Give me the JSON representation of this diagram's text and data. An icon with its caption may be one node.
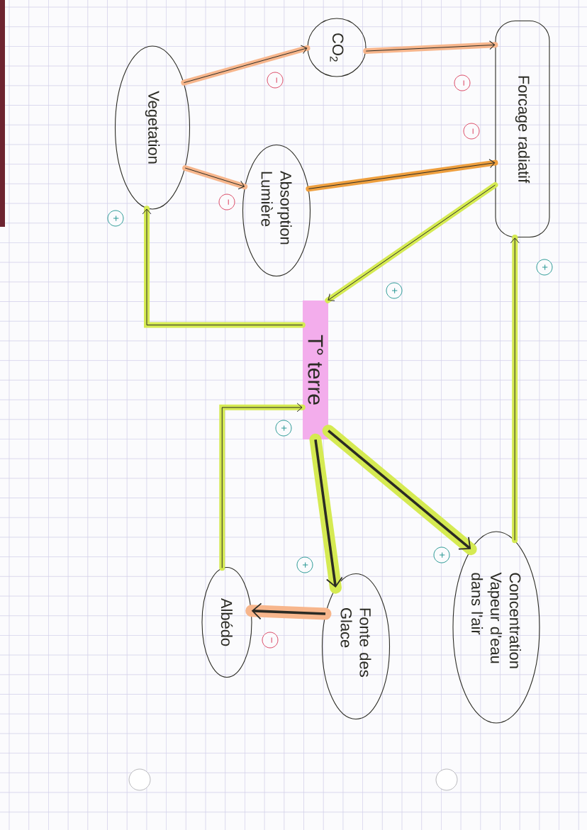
{
  "diagram": {
    "nodes": [
      {
        "text": [
          "Vegetation"
        ]
      },
      {
        "text": [
          "CO$_{2}$"
        ]
      },
      {
        "text": [
          "Absorption Lumière"
        ]
      },
      {
        "text": [
          "Forcage radiatif"
        ]
      },
      {
        "text": [
          "T° terre"
        ]
      },
      {
        "text": [
          "Concentration Vapeur d'eau dans l'air"
        ]
      },
      {
        "text": [
          "Fonte des Glace"
        ]
      },
      {
        "text": [
          "Albédo"
        ]
      }
    ],
    "edges": [
      {
        "from": 0,
        "to": 1,
        "arrow": "to",
        "label": "−",
        "color": "#f7b68c"
      },
      {
        "from": 0,
        "to": 2,
        "arrow": "to",
        "label": "−",
        "color": "#f7b68c"
      },
      {
        "from": 1,
        "to": 3,
        "arrow": "to",
        "label": "−",
        "color": "#f7b68c"
      },
      {
        "from": 2,
        "to": 3,
        "arrow": "to",
        "label": "−",
        "color": "#ee9f3e"
      },
      {
        "from": 3,
        "to": 4,
        "arrow": "to",
        "label": "+"
      },
      {
        "from": 4,
        "to": 0,
        "arrow": "to",
        "label": "+"
      },
      {
        "from": 4,
        "to": 5,
        "arrow": "to",
        "label": "+",
        "style": "thick"
      },
      {
        "from": 4,
        "to": 6,
        "arrow": "to",
        "label": "+",
        "style": "thick"
      },
      {
        "from": 6,
        "to": 7,
        "arrow": "to",
        "label": "−",
        "style": "thick",
        "color": "#f7b68c"
      },
      {
        "from": 7,
        "to": 4,
        "arrow": "to",
        "label": "+"
      },
      {
        "from": 5,
        "to": 3,
        "arrow": "to",
        "label": "+"
      }
    ]
  }
}
